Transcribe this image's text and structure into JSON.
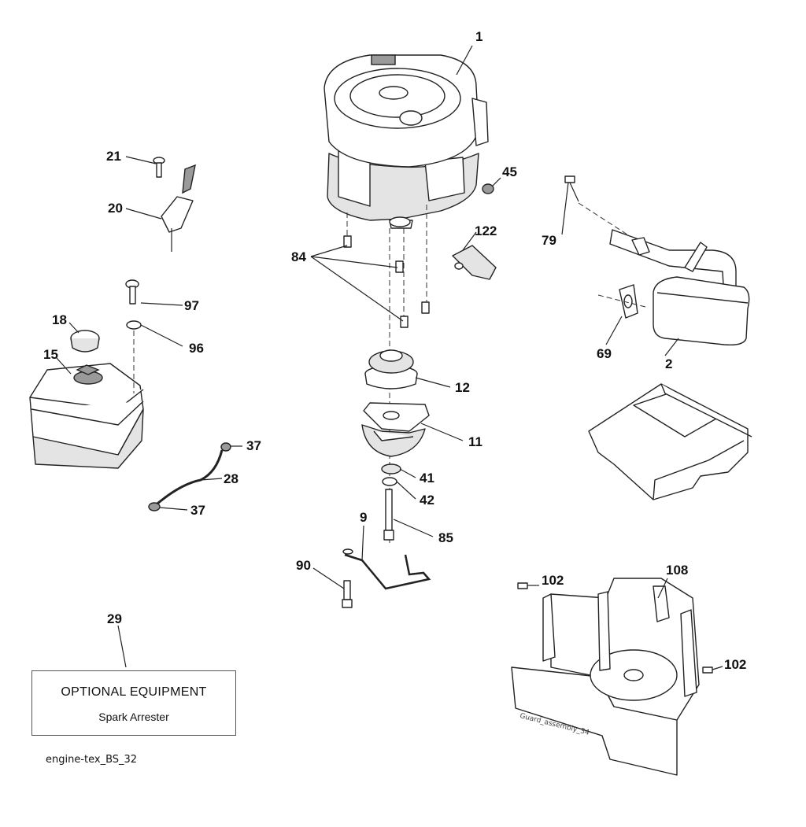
{
  "callouts": {
    "c1": "1",
    "c2": "2",
    "c9": "9",
    "c11": "11",
    "c12": "12",
    "c15": "15",
    "c18": "18",
    "c20": "20",
    "c21": "21",
    "c28": "28",
    "c29": "29",
    "c37a": "37",
    "c37b": "37",
    "c41": "41",
    "c42": "42",
    "c45": "45",
    "c69": "69",
    "c79": "79",
    "c84": "84",
    "c85": "85",
    "c90": "90",
    "c96": "96",
    "c97": "97",
    "c102a": "102",
    "c102b": "102",
    "c108": "108",
    "c122": "122"
  },
  "optional_box": {
    "title": "OPTIONAL EQUIPMENT",
    "subtitle": "Spark Arrester"
  },
  "guard_label": "Guard_assembly_34",
  "diagram_ref": "engine-tex_BS_32"
}
